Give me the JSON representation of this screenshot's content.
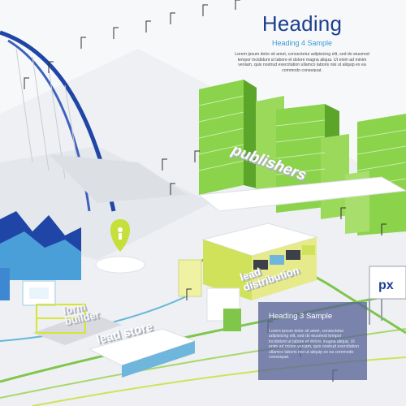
{
  "heading": {
    "title": "Heading",
    "subtitle": "Heading 4 Sample",
    "body": "Lorem ipsum dolor sit amet, consectetur adipisicing elit, sed do eiusmod tempor incididunt ut labore et dolore magna aliqua. Ut enim ad minim veniam, quis nostrud exercitation ullamco laboris nisi ut aliquip ex ea commodo consequat."
  },
  "info_panel": {
    "title": "Heading 3 Sample",
    "body": "Lorem ipsum dolor sit amet, consectetur adipisicing elit, sed do eiusmod tempor incididunt ut labore et dolore magna aliqua. Ut enim ad minim veniam, quis nostrud exercitation ullamco laboris nisi ut aliquip ex ea commodo consequat."
  },
  "scene_labels": {
    "publishers": "publishers",
    "lead_line1": "lead",
    "lead_line2": "distribution",
    "form_line1": "form",
    "form_line2": "builder",
    "store": "lead store",
    "billboard": "px"
  },
  "colors": {
    "accent_blue": "#1d3f8f",
    "light_blue": "#3b9bd6",
    "building_green": "#8bd34a",
    "dark_green": "#5aa52a",
    "lime": "#cfe25a",
    "panel": "#5864a0",
    "background": "#f7f8fa"
  },
  "icons": {
    "pin": "location-pin-icon",
    "person": "person-icon"
  }
}
